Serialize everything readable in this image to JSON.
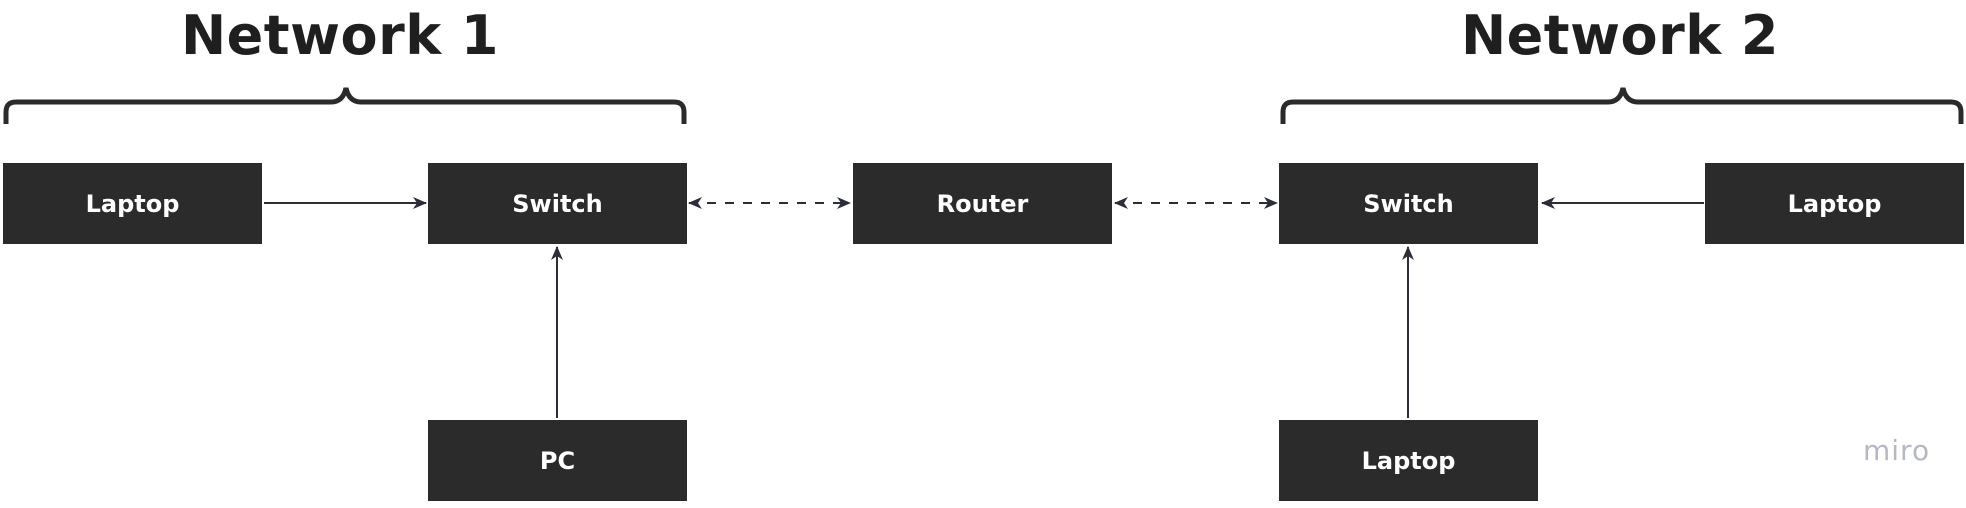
{
  "groups": [
    {
      "title": "Network 1"
    },
    {
      "title": "Network 2"
    }
  ],
  "nodes": {
    "net1_laptop": "Laptop",
    "net1_switch": "Switch",
    "net1_pc": "PC",
    "router": "Router",
    "net2_switch": "Switch",
    "net2_laptop_right": "Laptop",
    "net2_laptop_bottom": "Laptop"
  },
  "edges": [
    {
      "from": "Laptop",
      "to": "Switch",
      "style": "solid",
      "direction": "forward",
      "group": "Network 1"
    },
    {
      "from": "PC",
      "to": "Switch",
      "style": "solid",
      "direction": "forward",
      "group": "Network 1"
    },
    {
      "from": "Switch",
      "to": "Router",
      "style": "dashed",
      "direction": "both"
    },
    {
      "from": "Router",
      "to": "Switch",
      "style": "dashed",
      "direction": "both"
    },
    {
      "from": "Laptop",
      "to": "Switch",
      "style": "solid",
      "direction": "forward",
      "group": "Network 2"
    },
    {
      "from": "Laptop",
      "to": "Switch",
      "style": "solid",
      "direction": "forward",
      "group": "Network 2"
    }
  ],
  "colors": {
    "node_fill": "#2b2b2b",
    "node_text": "#ffffff",
    "line": "#2b2d3a",
    "watermark": "#b6b9c4"
  },
  "watermark": "miro"
}
